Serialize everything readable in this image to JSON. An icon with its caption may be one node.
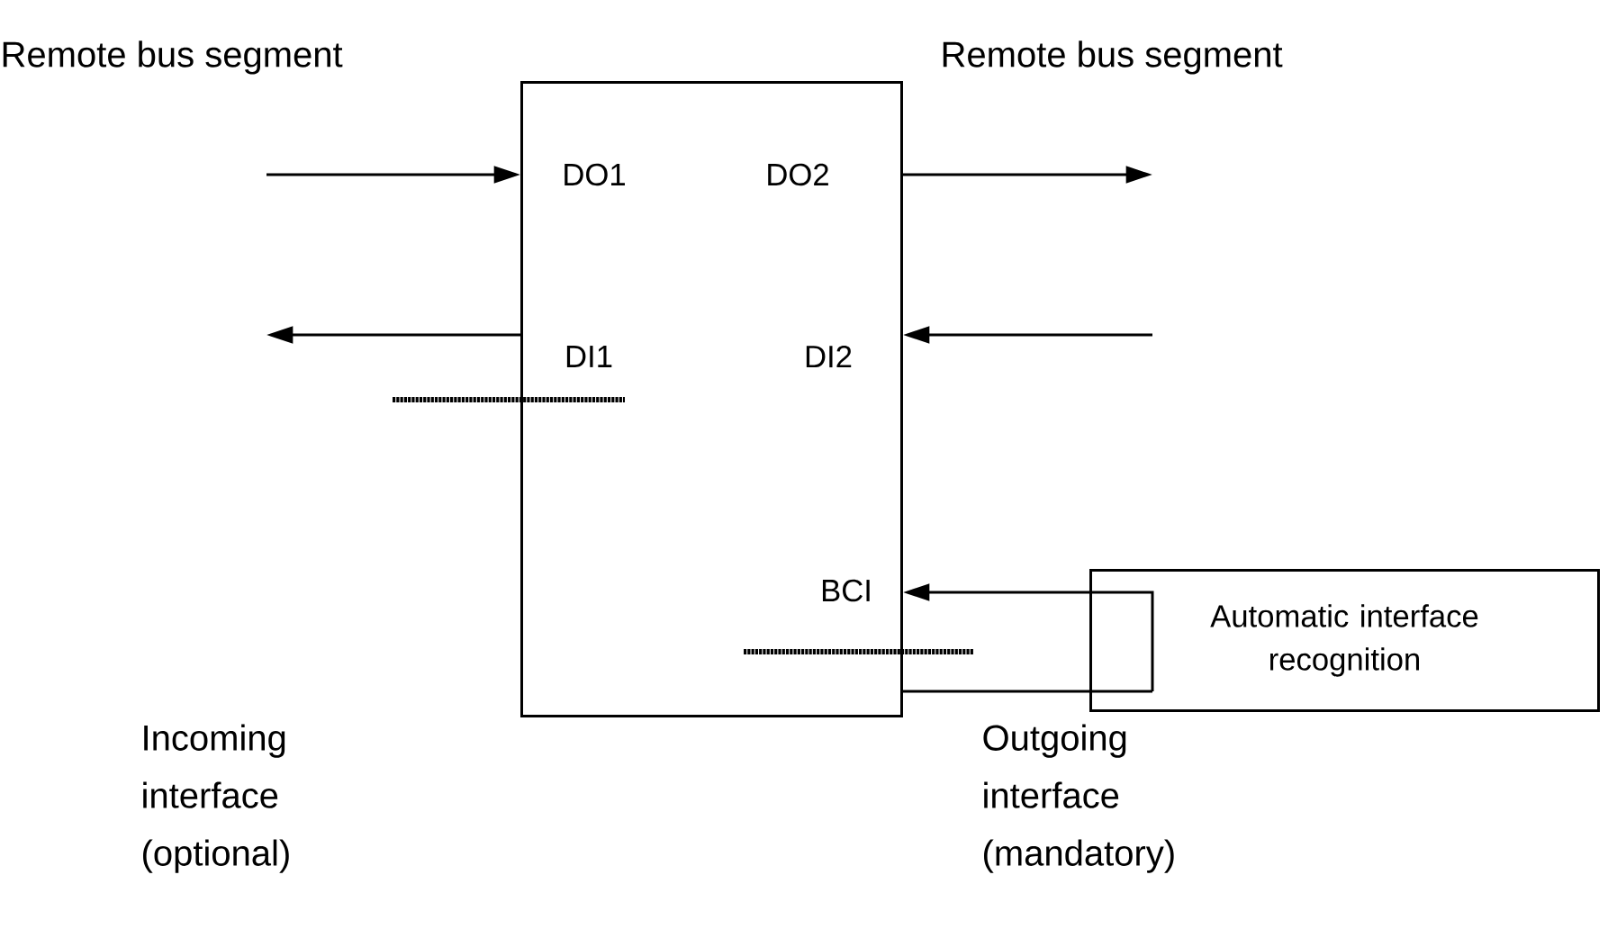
{
  "diagram": {
    "nodes": [
      {
        "text": [
          "DO1",
          "DO2",
          "DI1",
          "DI2",
          "BCI"
        ]
      },
      {
        "text": [
          "Automatic interface recognition"
        ]
      }
    ],
    "edges": [
      {
        "from": null,
        "to": 0,
        "arrow": "to"
      },
      {
        "from": 0,
        "to": null,
        "arrow": "to"
      },
      {
        "from": 0,
        "to": null,
        "arrow": "to"
      },
      {
        "from": null,
        "to": 0,
        "arrow": "to"
      },
      {
        "from": 1,
        "to": 0,
        "arrow": "to"
      },
      {
        "from": 0,
        "to": 1,
        "arrow": "none"
      }
    ],
    "labels": [
      "Remote bus segment",
      "Remote bus segment",
      "Incoming interface (optional)",
      "Outgoing interface (mandatory)"
    ]
  }
}
